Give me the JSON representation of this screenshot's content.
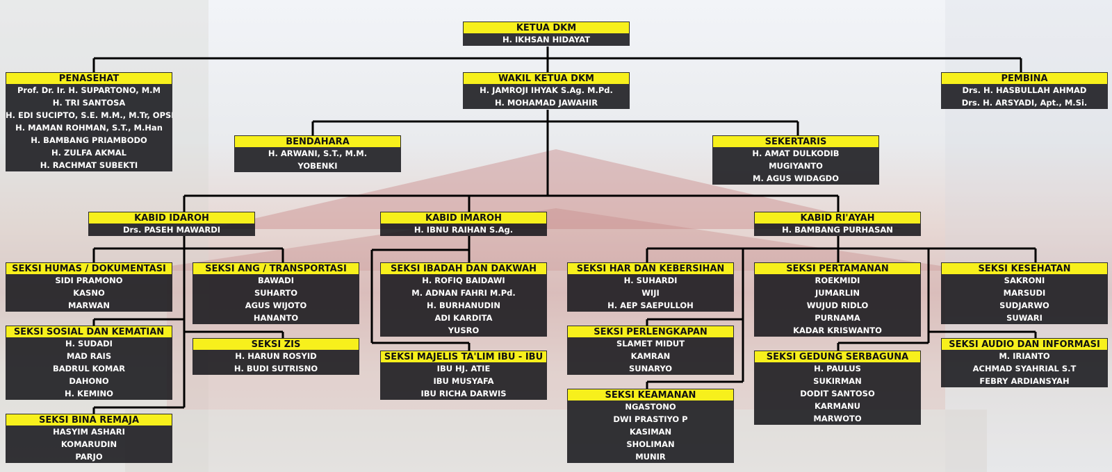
{
  "chart": {
    "ketua": {
      "title": "KETUA DKM",
      "members": [
        "H. IKHSAN HIDAYAT"
      ]
    },
    "penasehat": {
      "title": "PENASEHAT",
      "members": [
        "Prof. Dr. Ir. H. SUPARTONO, M.M",
        "H. TRI SANTOSA",
        "H. EDI SUCIPTO, S.E. M.M., M.Tr, OPSLA",
        "H. MAMAN ROHMAN, S.T., M.Han",
        "H. BAMBANG PRIAMBODO",
        "H. ZULFA AKMAL",
        "H. RACHMAT SUBEKTI"
      ]
    },
    "wakil": {
      "title": "WAKIL KETUA DKM",
      "members": [
        "H. JAMROJI IHYAK S.Ag. M.Pd.",
        "H. MOHAMAD JAWAHIR"
      ]
    },
    "pembina": {
      "title": "PEMBINA",
      "members": [
        "Drs. H. HASBULLAH AHMAD",
        "Drs. H. ARSYADI, Apt., M.Si."
      ]
    },
    "bendahara": {
      "title": "BENDAHARA",
      "members": [
        "H. ARWANI, S.T., M.M.",
        "YOBENKI"
      ]
    },
    "sekertaris": {
      "title": "SEKERTARIS",
      "members": [
        "H. AMAT DULKODIB",
        "MUGIYANTO",
        "M. AGUS WIDAGDO"
      ]
    },
    "kabid_idaroh": {
      "title": "KABID IDAROH",
      "members": [
        "Drs. PASEH MAWARDI"
      ]
    },
    "kabid_imaroh": {
      "title": "KABID IMAROH",
      "members": [
        "H. IBNU RAIHAN S.Ag."
      ]
    },
    "kabid_riayah": {
      "title": "KABID RI'AYAH",
      "members": [
        "H. BAMBANG PURHASAN"
      ]
    },
    "humas": {
      "title": "SEKSI HUMAS / DOKUMENTASI",
      "members": [
        "SIDI PRAMONO",
        "KASNO",
        "MARWAN"
      ]
    },
    "ang": {
      "title": "SEKSI ANG / TRANSPORTASI",
      "members": [
        "BAWADI",
        "SUHARTO",
        "AGUS WIJOTO",
        "HANANTO"
      ]
    },
    "ibadah": {
      "title": "SEKSI IBADAH DAN DAKWAH",
      "members": [
        "H. ROFIQ BAIDAWI",
        "M. ADNAN FAHRI M.Pd.",
        "H. BURHANUDIN",
        "ADI KARDITA",
        "YUSRO"
      ]
    },
    "har": {
      "title": "SEKSI HAR DAN KEBERSIHAN",
      "members": [
        "H. SUHARDI",
        "WIJI",
        "H. AEP SAEPULLOH"
      ]
    },
    "pertamanan": {
      "title": "SEKSI PERTAMANAN",
      "members": [
        "ROEKMIDI",
        "JUMARLIN",
        "WUJUD RIDLO",
        "PURNAMA",
        "KADAR KRISWANTO"
      ]
    },
    "kesehatan": {
      "title": "SEKSI KESEHATAN",
      "members": [
        "SAKRONI",
        "MARSUDI",
        "SUDJARWO",
        "SUWARI"
      ]
    },
    "sosial": {
      "title": "SEKSI SOSIAL DAN KEMATIAN",
      "members": [
        "H. SUDADI",
        "MAD RAIS",
        "BADRUL KOMAR",
        "DAHONO",
        "H. KEMINO"
      ]
    },
    "zis": {
      "title": "SEKSI ZIS",
      "members": [
        "H. HARUN ROSYID",
        "H. BUDI SUTRISNO"
      ]
    },
    "majelis": {
      "title": "SEKSI MAJELIS TA'LIM IBU - IBU",
      "members": [
        "IBU HJ. ATIE",
        "IBU MUSYAFA",
        "IBU RICHA DARWIS"
      ]
    },
    "perlengkapan": {
      "title": "SEKSI PERLENGKAPAN",
      "members": [
        "SLAMET MIDUT",
        "KAMRAN",
        "SUNARYO"
      ]
    },
    "gedung": {
      "title": "SEKSI GEDUNG SERBAGUNA",
      "members": [
        "H. PAULUS",
        "SUKIRMAN",
        "DODIT SANTOSO",
        "KARMANU",
        "MARWOTO"
      ]
    },
    "audio": {
      "title": "SEKSI AUDIO DAN INFORMASI",
      "members": [
        "M. IRIANTO",
        "ACHMAD SYAHRIAL S.T",
        "FEBRY ARDIANSYAH"
      ]
    },
    "bina_remaja": {
      "title": "SEKSI BINA REMAJA",
      "members": [
        "HASYIM ASHARI",
        "KOMARUDIN",
        "PARJO"
      ]
    },
    "keamanan": {
      "title": "SEKSI KEAMANAN",
      "members": [
        "NGASTONO",
        "DWI PRASTIYO P",
        "KASIMAN",
        "SHOLIMAN",
        "MUNIR"
      ]
    }
  }
}
